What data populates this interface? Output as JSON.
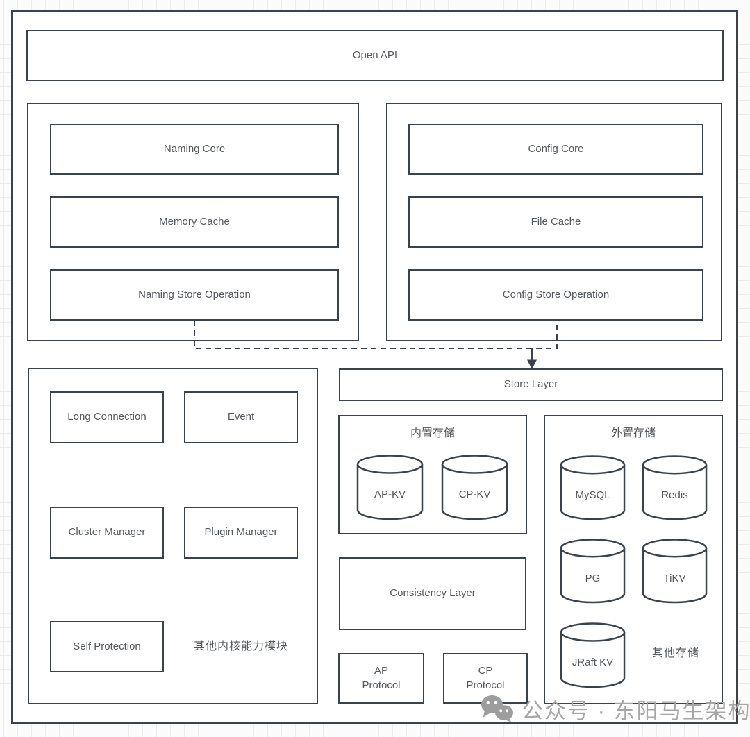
{
  "colors": {
    "border": "#3a424c",
    "text": "#54585c",
    "watermark": "#a6a6a6",
    "grid": "#ececec",
    "background": "#fbfbfb"
  },
  "open_api": {
    "label": "Open API"
  },
  "naming_module": {
    "boxes": [
      "Naming Core",
      "Memory Cache",
      "Naming Store Operation"
    ]
  },
  "config_module": {
    "boxes": [
      "Config Core",
      "File Cache",
      "Config Store Operation"
    ]
  },
  "store_layer": {
    "label": "Store Layer"
  },
  "kernel_module": {
    "boxes": [
      "Long Connection",
      "Event",
      "Cluster Manager",
      "Plugin Manager",
      "Self Protection"
    ],
    "note": "其他内核能力模块"
  },
  "builtin_storage": {
    "title": "内置存储",
    "cylinders": [
      "AP-KV",
      "CP-KV"
    ]
  },
  "consistency": {
    "label": "Consistency Layer"
  },
  "protocols": {
    "ap": {
      "line1": "AP",
      "line2": "Protocol"
    },
    "cp": {
      "line1": "CP",
      "line2": "Protocol"
    }
  },
  "external_storage": {
    "title": "外置存储",
    "cylinders": [
      "MySQL",
      "Redis",
      "PG",
      "TiKV",
      "JRaft KV"
    ],
    "note": "其他存储"
  },
  "watermark": {
    "icon": "wechat-icon",
    "text": "公众号 · 东阳马生架构"
  }
}
